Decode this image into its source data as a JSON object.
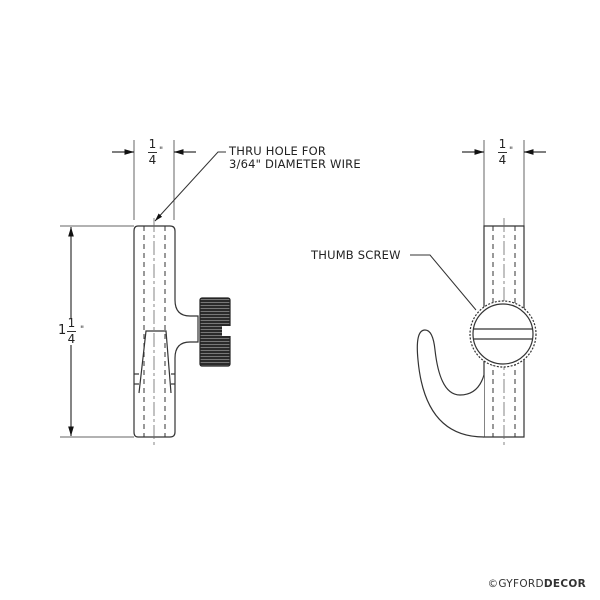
{
  "drawing": {
    "left_view": {
      "width_dim": {
        "numerator": "1",
        "denominator": "4",
        "unit": "\""
      },
      "height_dim": {
        "whole": "1",
        "numerator": "1",
        "denominator": "4",
        "unit": "\""
      },
      "callout": {
        "line1": "THRU HOLE FOR",
        "line2": "3/64\" DIAMETER WIRE"
      }
    },
    "right_view": {
      "width_dim": {
        "numerator": "1",
        "denominator": "4",
        "unit": "\""
      },
      "callout": {
        "label": "THUMB SCREW"
      }
    }
  },
  "branding": {
    "prefix": "©GYFORD",
    "bold": "DECOR"
  },
  "colors": {
    "line": "#333333",
    "knurl": "#2a2a2a",
    "background": "#ffffff"
  }
}
